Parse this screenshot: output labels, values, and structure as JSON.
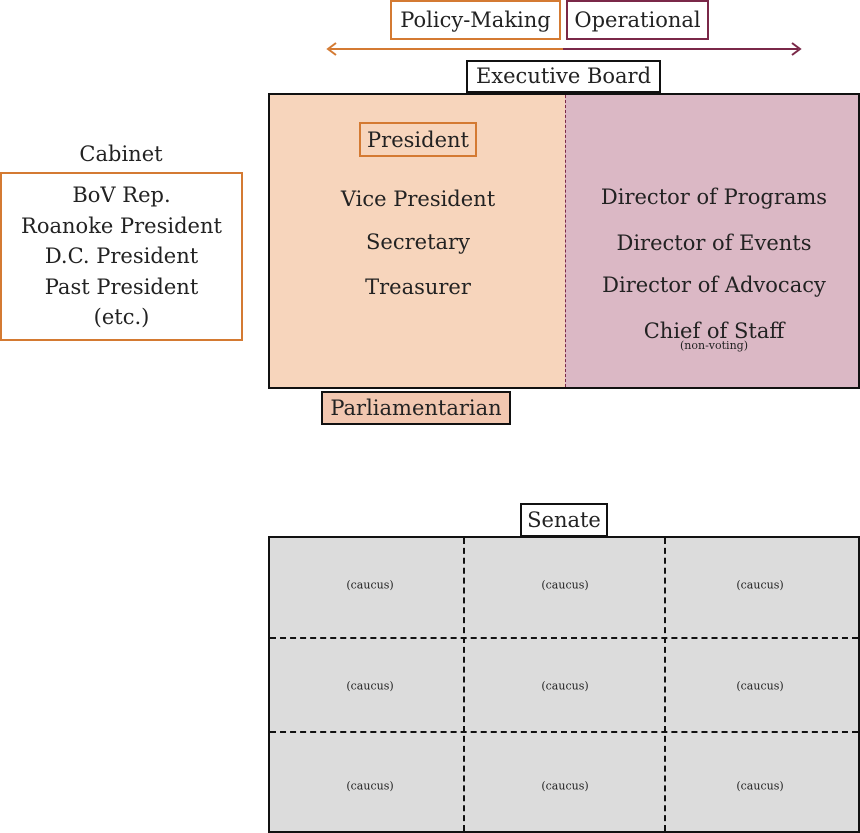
{
  "branches": {
    "policy_making": "Policy-Making",
    "operational": "Operational"
  },
  "executive_board": {
    "title": "Executive Board",
    "policy_officers": {
      "president": "President",
      "vice_president": "Vice President",
      "secretary": "Secretary",
      "treasurer": "Treasurer"
    },
    "operational_officers": {
      "director_programs": "Director of Programs",
      "director_events": "Director of Events",
      "director_advocacy": "Director of Advocacy",
      "chief_of_staff": "Chief of Staff",
      "chief_of_staff_note": "(non-voting)"
    }
  },
  "parliamentarian": "Parliamentarian",
  "cabinet": {
    "title": "Cabinet",
    "members": [
      "BoV Rep.",
      "Roanoke President",
      "D.C. President",
      "Past President",
      "(etc.)"
    ]
  },
  "senate": {
    "title": "Senate",
    "caucuses": [
      [
        "(caucus)",
        "(caucus)",
        "(caucus)"
      ],
      [
        "(caucus)",
        "(caucus)",
        "(caucus)"
      ],
      [
        "(caucus)",
        "(caucus)",
        "(caucus)"
      ]
    ]
  },
  "colors": {
    "policy_accent": "#d47a32",
    "operational_accent": "#7a2848",
    "policy_fill": "#f7d5bc",
    "operational_fill": "#dbb8c5",
    "parliamentarian_fill": "#f2c7b0",
    "senate_fill": "#dcdcdc"
  }
}
